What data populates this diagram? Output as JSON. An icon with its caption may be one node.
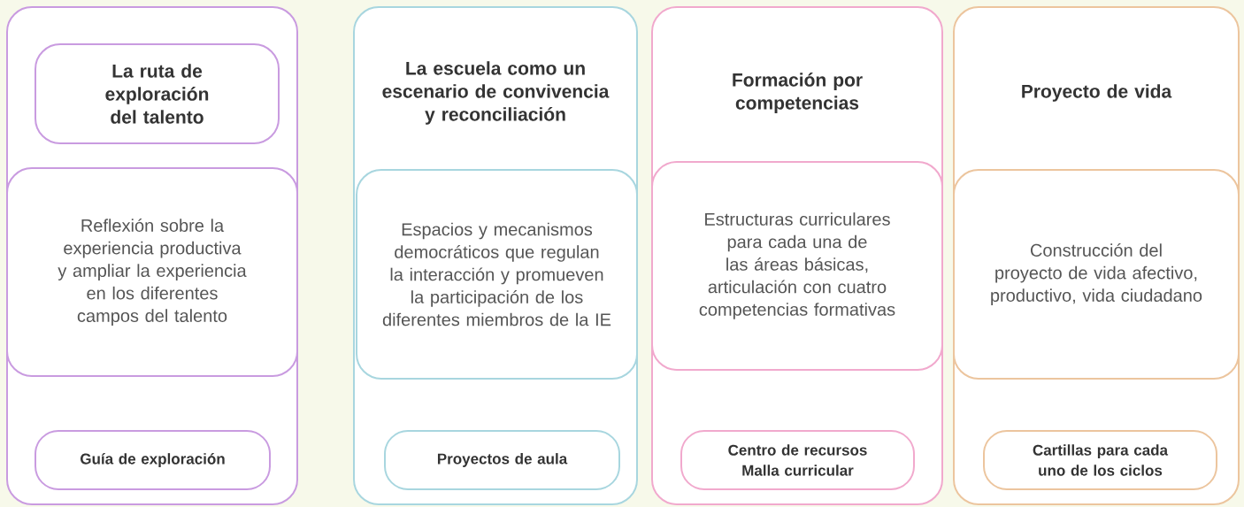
{
  "diagram": {
    "nodes": [
      {
        "text": [],
        "shape": "box"
      },
      {
        "text": [
          "La ruta de exploración del talento"
        ],
        "in": 0
      },
      {
        "text": [
          "Reflexión sobre la experiencia productiva y ampliar la experiencia en los diferentes campos del talento"
        ],
        "in": 0
      },
      {
        "text": [
          "Guía de exploración"
        ],
        "in": 0
      },
      {
        "text": [
          "La escuela como un escenario de convivencia y reconciliación"
        ]
      },
      {
        "text": [
          "Espacios y mecanismos democráticos que regulan la interacción y promueven la participación de los diferentes miembros de la IE"
        ],
        "in": 4
      },
      {
        "text": [
          "Proyectos de aula"
        ],
        "in": 4
      },
      {
        "text": [
          "Formación por competencias"
        ]
      },
      {
        "text": [
          "Estructuras curriculares para cada una de las áreas básicas, articulación con cuatro competencias formativas"
        ],
        "in": 7
      },
      {
        "text": [
          "Centro de recursos Malla curricular"
        ],
        "in": 7
      },
      {
        "text": [
          "Proyecto de vida"
        ]
      },
      {
        "text": [
          "Construcción del proyecto de vida afectivo, productivo, vida ciudadano"
        ],
        "in": 10
      },
      {
        "text": [
          "Cartillas para cada uno de los ciclos"
        ],
        "in": 10
      }
    ]
  }
}
